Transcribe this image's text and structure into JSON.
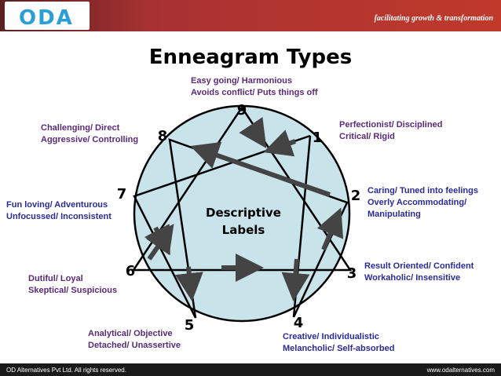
{
  "header": {
    "logo_text": "ODA",
    "tagline": "facilitating growth & transformation",
    "colors": {
      "banner": "#c0392b",
      "logo": "#2a9fd6"
    }
  },
  "title": "Enneagram Types",
  "center_label_line1": "Descriptive",
  "center_label_line2": "Labels",
  "colors": {
    "circle_fill": "#c8e4ea",
    "arrow": "#444444",
    "blue_text": "#2a2a9a",
    "purple_text": "#5a2a7a"
  },
  "types": [
    {
      "number": "9",
      "line1": "Easy going/ Harmonious",
      "line2": "Avoids conflict/ Puts things off"
    },
    {
      "number": "1",
      "line1": "Perfectionist/ Disciplined",
      "line2": "Critical/ Rigid"
    },
    {
      "number": "2",
      "line1": "Caring/ Tuned into feelings",
      "line2": "Overly Accommodating/",
      "line3": "Manipulating"
    },
    {
      "number": "3",
      "line1": "Result Oriented/ Confident",
      "line2": "Workaholic/ Insensitive"
    },
    {
      "number": "4",
      "line1": "Creative/ Individualistic",
      "line2": "Melancholic/ Self-absorbed"
    },
    {
      "number": "5",
      "line1": "Analytical/ Objective",
      "line2": "Detached/ Unassertive"
    },
    {
      "number": "6",
      "line1": "Dutiful/ Loyal",
      "line2": "Skeptical/ Suspicious"
    },
    {
      "number": "7",
      "line1": "Fun loving/ Adventurous",
      "line2": "Unfocussed/ Inconsistent"
    },
    {
      "number": "8",
      "line1": "Challenging/ Direct",
      "line2": "Aggressive/ Controlling"
    }
  ],
  "footer": {
    "left": "OD Alternatives Pvt Ltd. All rights reserved.",
    "right": "www.odalternatives.com"
  }
}
